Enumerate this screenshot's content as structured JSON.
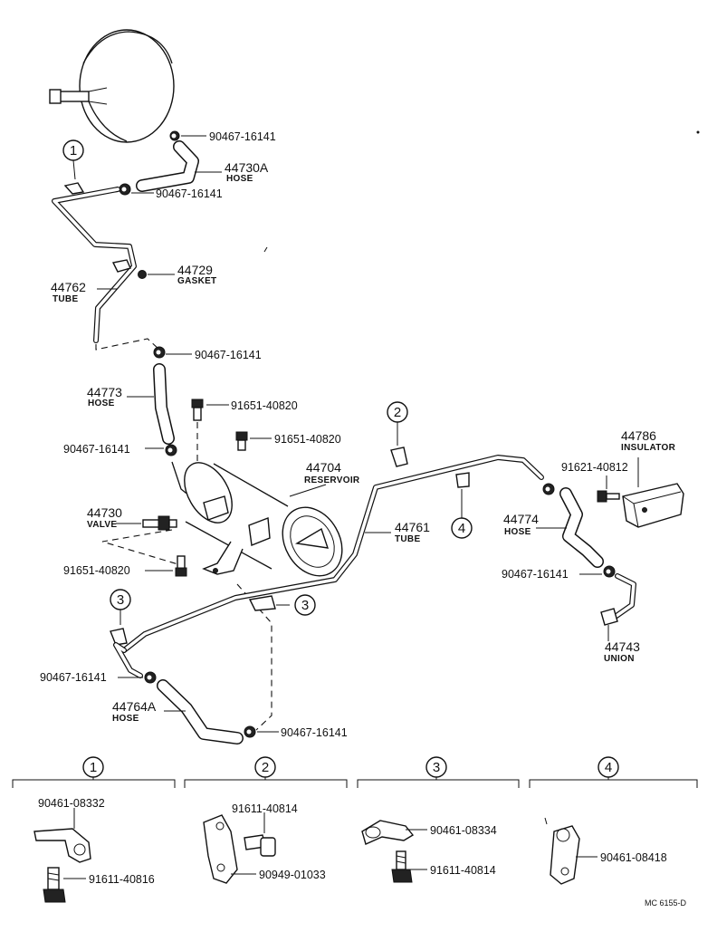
{
  "callouts": {
    "c_90467_a": "90467-16141",
    "c_44730A": "44730A",
    "c_44730A_n": "HOSE",
    "c_90467_b": "90467-16141",
    "c_44729": "44729",
    "c_44729_n": "GASKET",
    "c_44762": "44762",
    "c_44762_n": "TUBE",
    "c_90467_c": "90467-16141",
    "c_44773": "44773",
    "c_44773_n": "HOSE",
    "c_91651_a": "91651-40820",
    "c_91651_b": "91651-40820",
    "c_90467_d": "90467-16141",
    "c_44704": "44704",
    "c_44704_n": "RESERVOIR",
    "c_44730": "44730",
    "c_44730_n": "VALVE",
    "c_44761": "44761",
    "c_44761_n": "TUBE",
    "c_44786": "44786",
    "c_44786_n": "INSULATOR",
    "c_91621": "91621-40812",
    "c_44774": "44774",
    "c_44774_n": "HOSE",
    "c_91651_c": "91651-40820",
    "c_90467_e": "90467-16141",
    "c_44743": "44743",
    "c_44743_n": "UNION",
    "c_90467_f": "90467-16141",
    "c_44764A": "44764A",
    "c_44764A_n": "HOSE",
    "c_90467_g": "90467-16141"
  },
  "refs": {
    "r1": "1",
    "r2": "2",
    "r3": "3",
    "r4": "4",
    "r3b": "3"
  },
  "details": {
    "d1_label": "1",
    "d2_label": "2",
    "d3_label": "3",
    "d4_label": "4",
    "d1_a": "90461-08332",
    "d1_b": "91611-40816",
    "d2_a": "91611-40814",
    "d2_b": "90949-01033",
    "d3_a": "90461-08334",
    "d3_b": "91611-40814",
    "d4_a": "90461-08418"
  },
  "footer_code": "MC 6155-D"
}
